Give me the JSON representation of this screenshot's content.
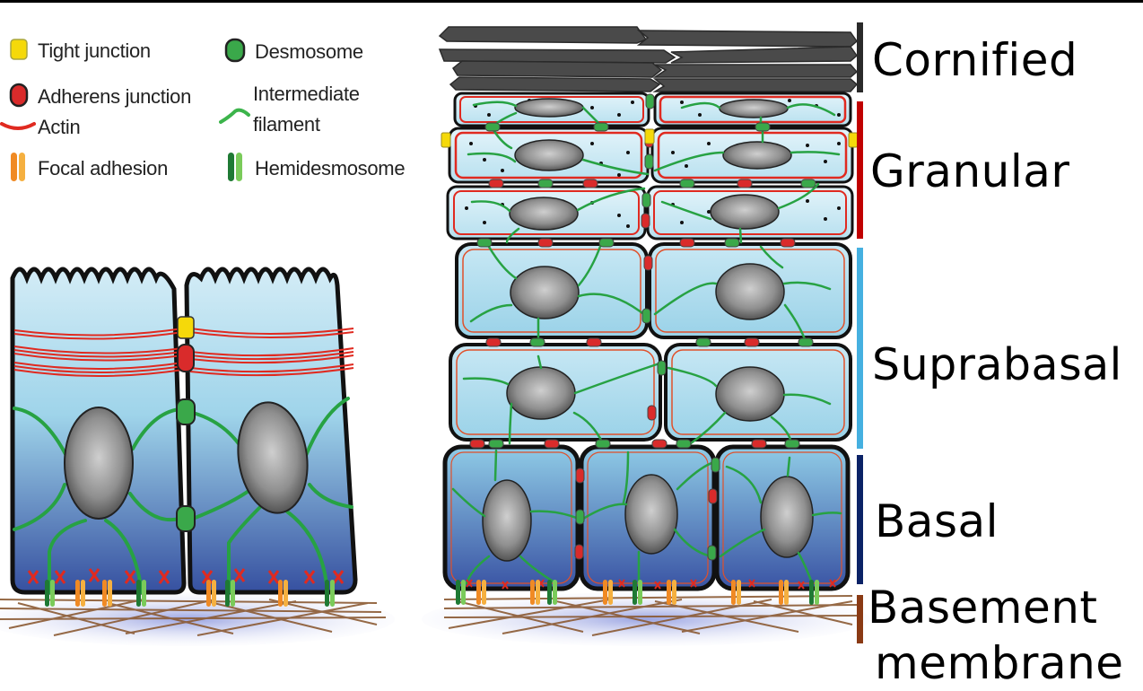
{
  "legend": {
    "items": [
      {
        "key": "tight_junction",
        "label": "Tight junction",
        "icon": "rounded-square-icon",
        "color": "#f5d90a",
        "stroke": "#9a9a3a"
      },
      {
        "key": "adherens_junction",
        "label": "Adherens junction",
        "icon": "rounded-pill-icon",
        "color": "#d92b2b",
        "stroke": "#222222"
      },
      {
        "key": "actin",
        "label": "Actin",
        "icon": "curve-icon",
        "color": "#e02a20"
      },
      {
        "key": "focal_adhesion",
        "label": "Focal adhesion",
        "icon": "double-bar-icon",
        "color": "#f08a24",
        "color2": "#f5b040"
      },
      {
        "key": "desmosome",
        "label": "Desmosome",
        "icon": "rounded-pill-icon",
        "color": "#3aa84a",
        "stroke": "#222222"
      },
      {
        "key": "intermediate_filament",
        "label": "Intermediate\nfilament",
        "icon": "wave-icon",
        "color": "#3cb44b"
      },
      {
        "key": "hemidesmosome",
        "label": "Hemidesmosome",
        "icon": "double-bar-icon",
        "color": "#1f7a34",
        "color2": "#7acb5a"
      }
    ]
  },
  "layers": [
    {
      "name": "Cornified",
      "color": "#2a2a2a"
    },
    {
      "name": "Granular",
      "color": "#c00000"
    },
    {
      "name": "Suprabasal",
      "color": "#45b0e0"
    },
    {
      "name": "Basal",
      "color": "#0b2266"
    },
    {
      "name": "Basement\nmembrane",
      "color": "#8a3a14"
    }
  ],
  "layer_labels": {
    "cornified": "Cornified",
    "granular": "Granular",
    "suprabasal": "Suprabasal",
    "basal": "Basal",
    "basement_line1": "Basement",
    "basement_line2": "membrane"
  },
  "colors": {
    "cell_top": "#cfeaf5",
    "cell_mid": "#9dd3ea",
    "cell_bottom": "#3a5aa8",
    "nucleus": "#8a8a8a",
    "membrane": "#111111",
    "filament": "#27a243",
    "actin": "#e02a20",
    "tight": "#f5d90a",
    "adherens": "#d92b2b",
    "desmosome": "#3aa84a",
    "focal": "#f08a24",
    "hemi_dark": "#1f7a34",
    "hemi_light": "#7acb5a",
    "fiber": "#8b5a33",
    "matrix": "#b8bfe8",
    "corneocyte": "#4a4a4a"
  }
}
